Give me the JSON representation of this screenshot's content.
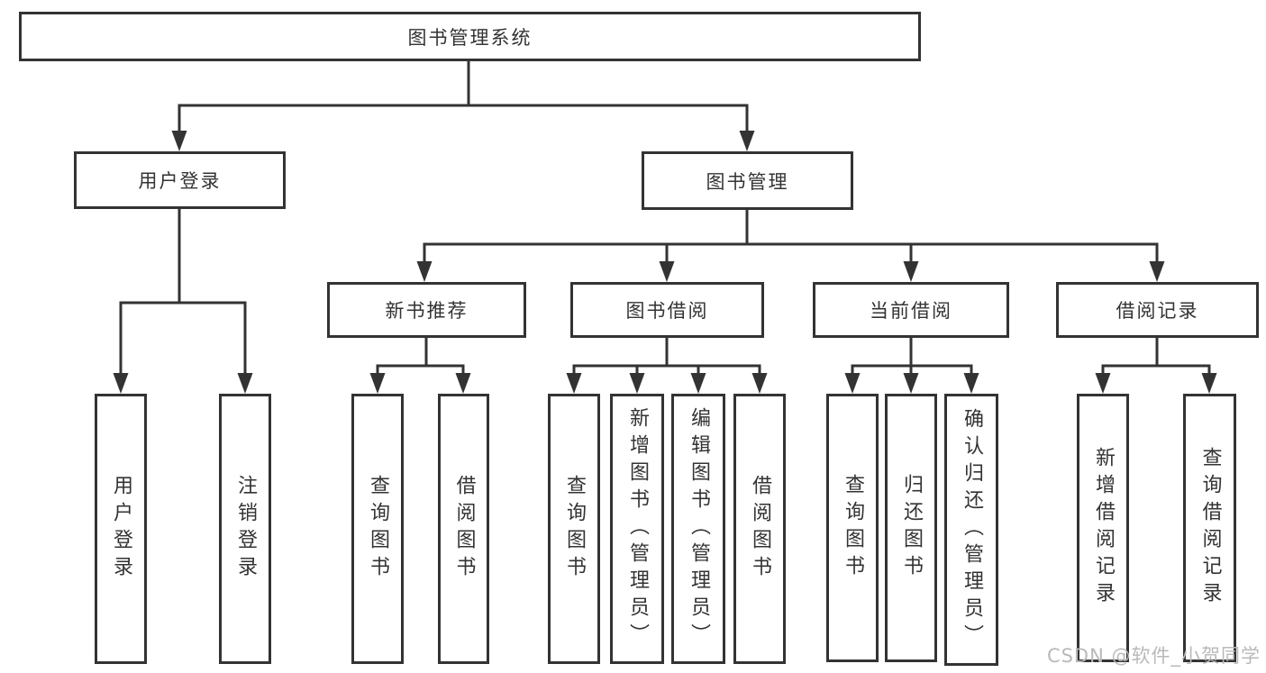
{
  "tree": {
    "root": "图书管理系统",
    "branches": [
      {
        "label": "用户登录",
        "children": [
          "用户登录",
          "注销登录"
        ]
      },
      {
        "label": "图书管理",
        "sections": [
          {
            "label": "新书推荐",
            "children": [
              "查询图书",
              "借阅图书"
            ]
          },
          {
            "label": "图书借阅",
            "children": [
              "查询图书",
              "新增图书（管理员）",
              "编辑图书（管理员）",
              "借阅图书"
            ]
          },
          {
            "label": "当前借阅",
            "children": [
              "查询图书",
              "归还图书",
              "确认归还（管理员）"
            ]
          },
          {
            "label": "借阅记录",
            "children": [
              "新增借阅记录",
              "查询借阅记录"
            ]
          }
        ]
      }
    ]
  },
  "watermark": {
    "text": "CSDN @软件_小贺同学",
    "color": "#b9b9b9"
  },
  "colors": {
    "line": "#333333",
    "border": "#333333",
    "text": "#333333",
    "background": "#ffffff"
  }
}
